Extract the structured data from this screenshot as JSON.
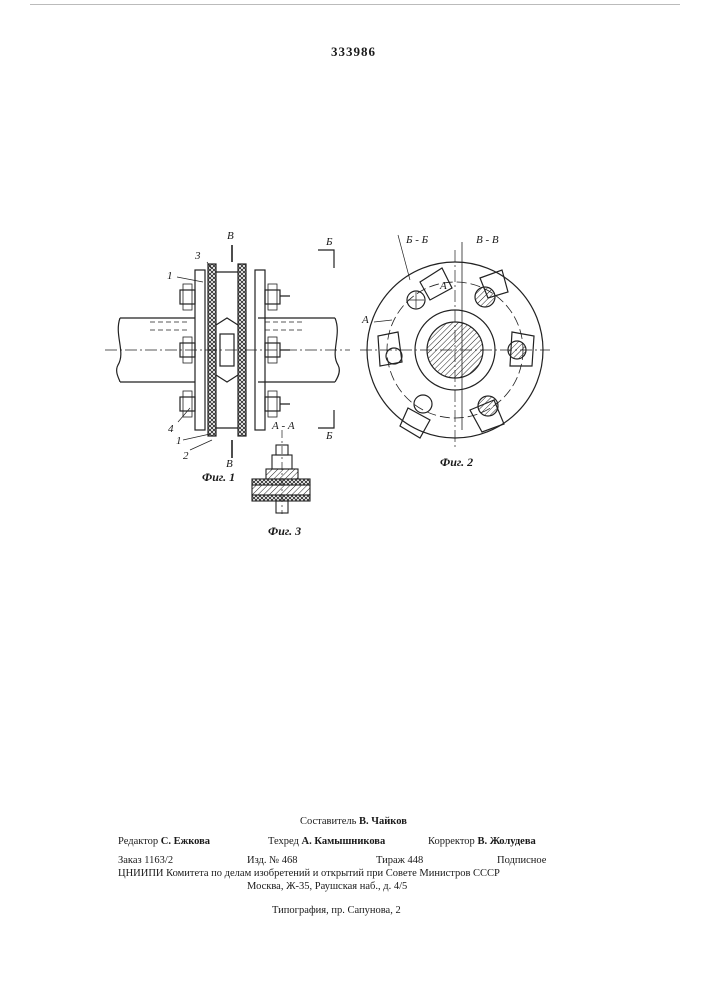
{
  "header": {
    "patent_number": "333986"
  },
  "figures": {
    "fig1": {
      "caption": "Фиг. 1",
      "callouts": [
        "1",
        "2",
        "3",
        "1",
        "4"
      ],
      "section_marks": [
        "В",
        "В",
        "Б",
        "Б"
      ]
    },
    "fig2": {
      "caption": "Фиг. 2",
      "section_titles": [
        "Б - Б",
        "В - В"
      ],
      "marks": [
        "А",
        "А"
      ]
    },
    "fig3": {
      "caption": "Фиг. 3",
      "section_title": "А - А"
    }
  },
  "footer": {
    "compiler_label": "Составитель",
    "compiler_name": "В. Чайков",
    "editor_label": "Редактор",
    "editor_name": "С. Ежкова",
    "techred_label": "Техред",
    "techred_name": "А. Камышникова",
    "corrector_label": "Корректор",
    "corrector_name": "В. Жолудева",
    "order": "Заказ 1163/2",
    "edition": "Изд. № 468",
    "print_run": "Тираж 448",
    "subscription": "Подписное",
    "org_line": "ЦНИИПИ Комитета по делам изобретений и открытий при Совете Министров СССР",
    "address": "Москва, Ж-35, Раушская наб., д. 4/5",
    "printing": "Типография, пр. Сапунова, 2"
  }
}
